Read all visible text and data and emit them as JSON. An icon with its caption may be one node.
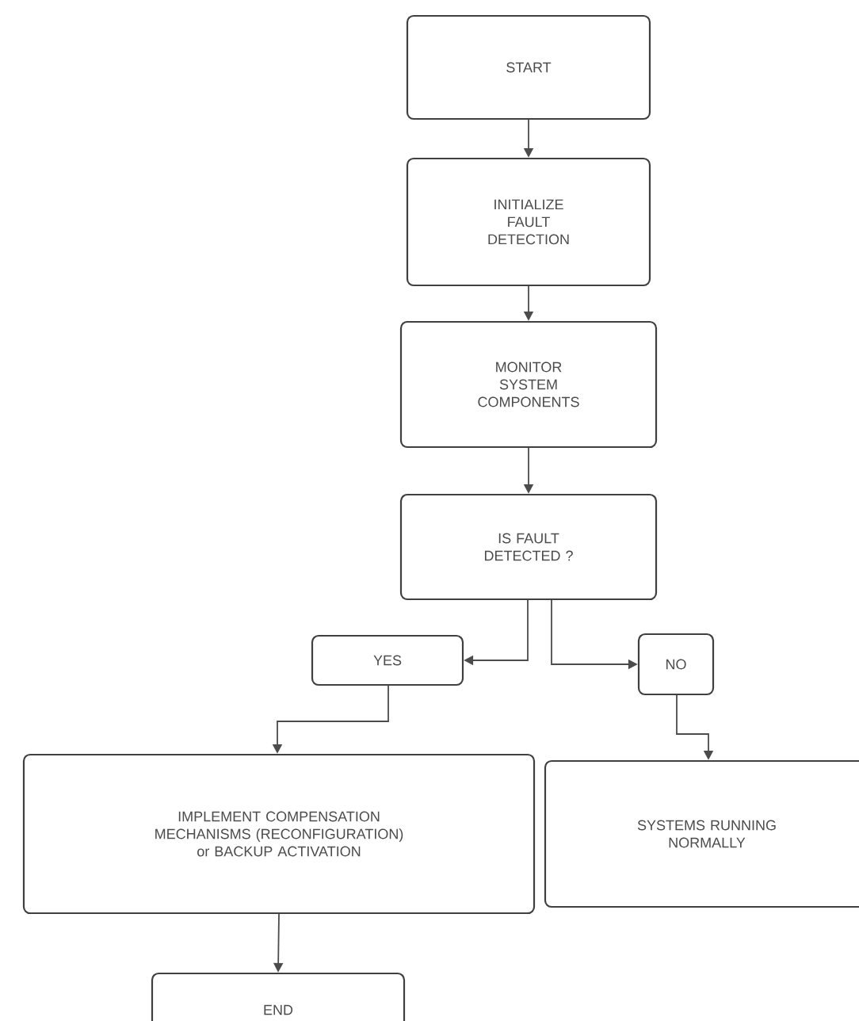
{
  "diagram": {
    "nodes": [
      {
        "text": [
          "START"
        ]
      },
      {
        "text": [
          "INITIALIZE FAULT DETECTION"
        ]
      },
      {
        "text": [
          "MONITOR SYSTEM COMPONENTS"
        ]
      },
      {
        "text": [
          "IS FAULT DETECTED ?"
        ]
      },
      {
        "text": [
          "YES"
        ]
      },
      {
        "text": [
          "NO"
        ]
      },
      {
        "text": [
          "IMPLEMENT COMPENSATION MECHANISMS (RECONFIGURATION) or BACKUP ACTIVATION"
        ]
      },
      {
        "text": [
          "SYSTEMS RUNNING NORMALLY"
        ]
      },
      {
        "text": [
          "END"
        ]
      }
    ],
    "edges": [
      {
        "from": 0,
        "to": 1,
        "arrow": "to"
      },
      {
        "from": 1,
        "to": 2,
        "arrow": "to"
      },
      {
        "from": 2,
        "to": 3,
        "arrow": "to"
      },
      {
        "from": 3,
        "to": 4,
        "arrow": "to"
      },
      {
        "from": 3,
        "to": 5,
        "arrow": "to"
      },
      {
        "from": 4,
        "to": 6,
        "arrow": "to"
      },
      {
        "from": 5,
        "to": 7,
        "arrow": "to"
      },
      {
        "from": 6,
        "to": 8,
        "arrow": "to"
      }
    ]
  }
}
